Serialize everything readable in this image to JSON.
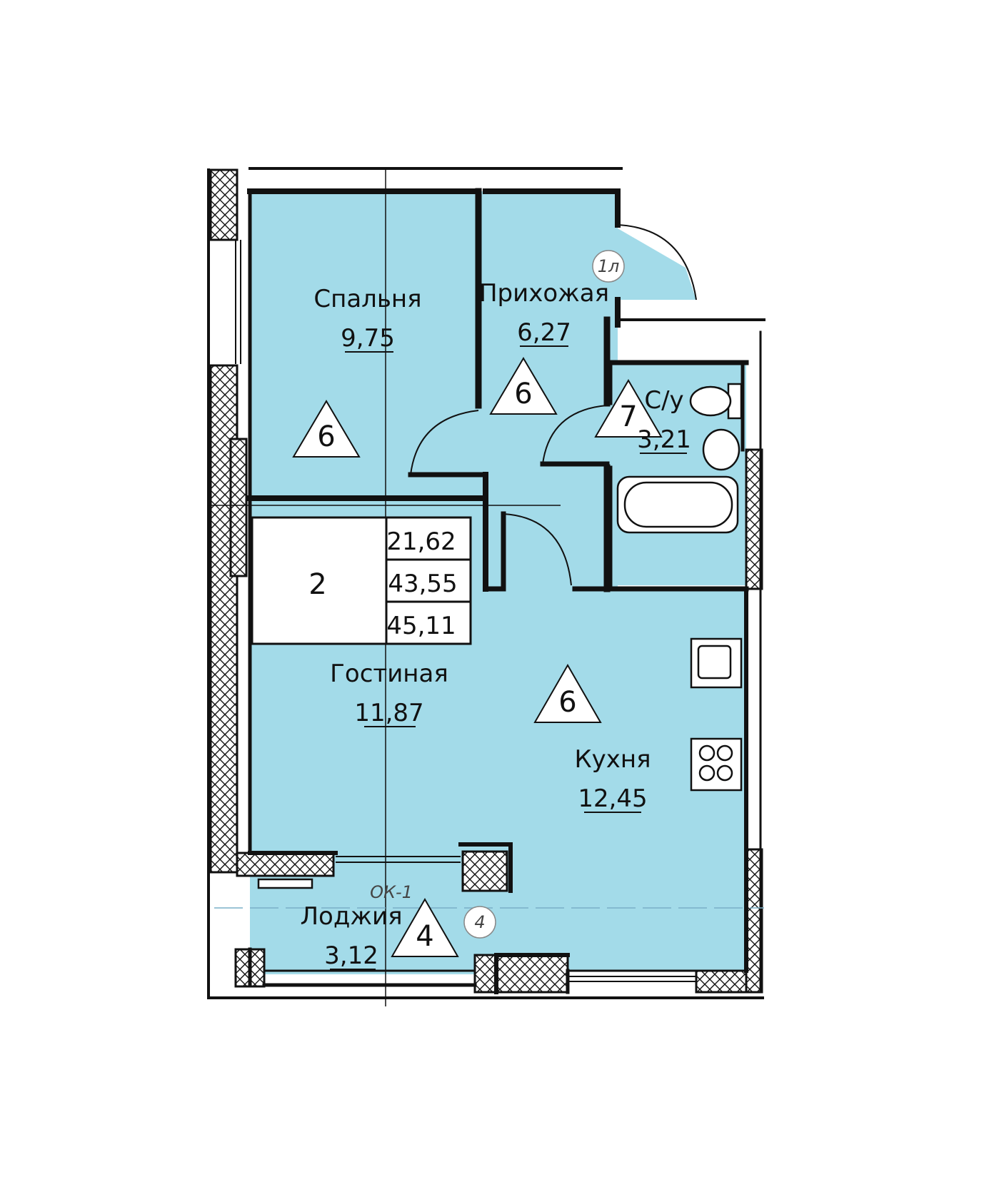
{
  "rooms": {
    "bedroom": {
      "name": "Спальня",
      "area": "9,75"
    },
    "hall": {
      "name": "Прихожая",
      "area": "6,27"
    },
    "bathroom": {
      "name": "С/у",
      "area": "3,21"
    },
    "living": {
      "name": "Гостиная",
      "area": "11,87"
    },
    "kitchen": {
      "name": "Кухня",
      "area": "12,45"
    },
    "loggia": {
      "name": "Лоджия",
      "area": "3,12"
    }
  },
  "markers": {
    "bedroom": "6",
    "hall": "6",
    "bathroom": "7",
    "kitchen": "6",
    "loggia": "4"
  },
  "summary": {
    "rooms_count": "2",
    "living_area": "21,62",
    "total_area": "43,55",
    "total_area_with_loggia": "45,11"
  },
  "labels": {
    "entrance": "1л",
    "loggia_door": "4",
    "window": "ОК-1"
  },
  "colors": {
    "floor": "#a3dbe9",
    "wall": "#111111"
  }
}
